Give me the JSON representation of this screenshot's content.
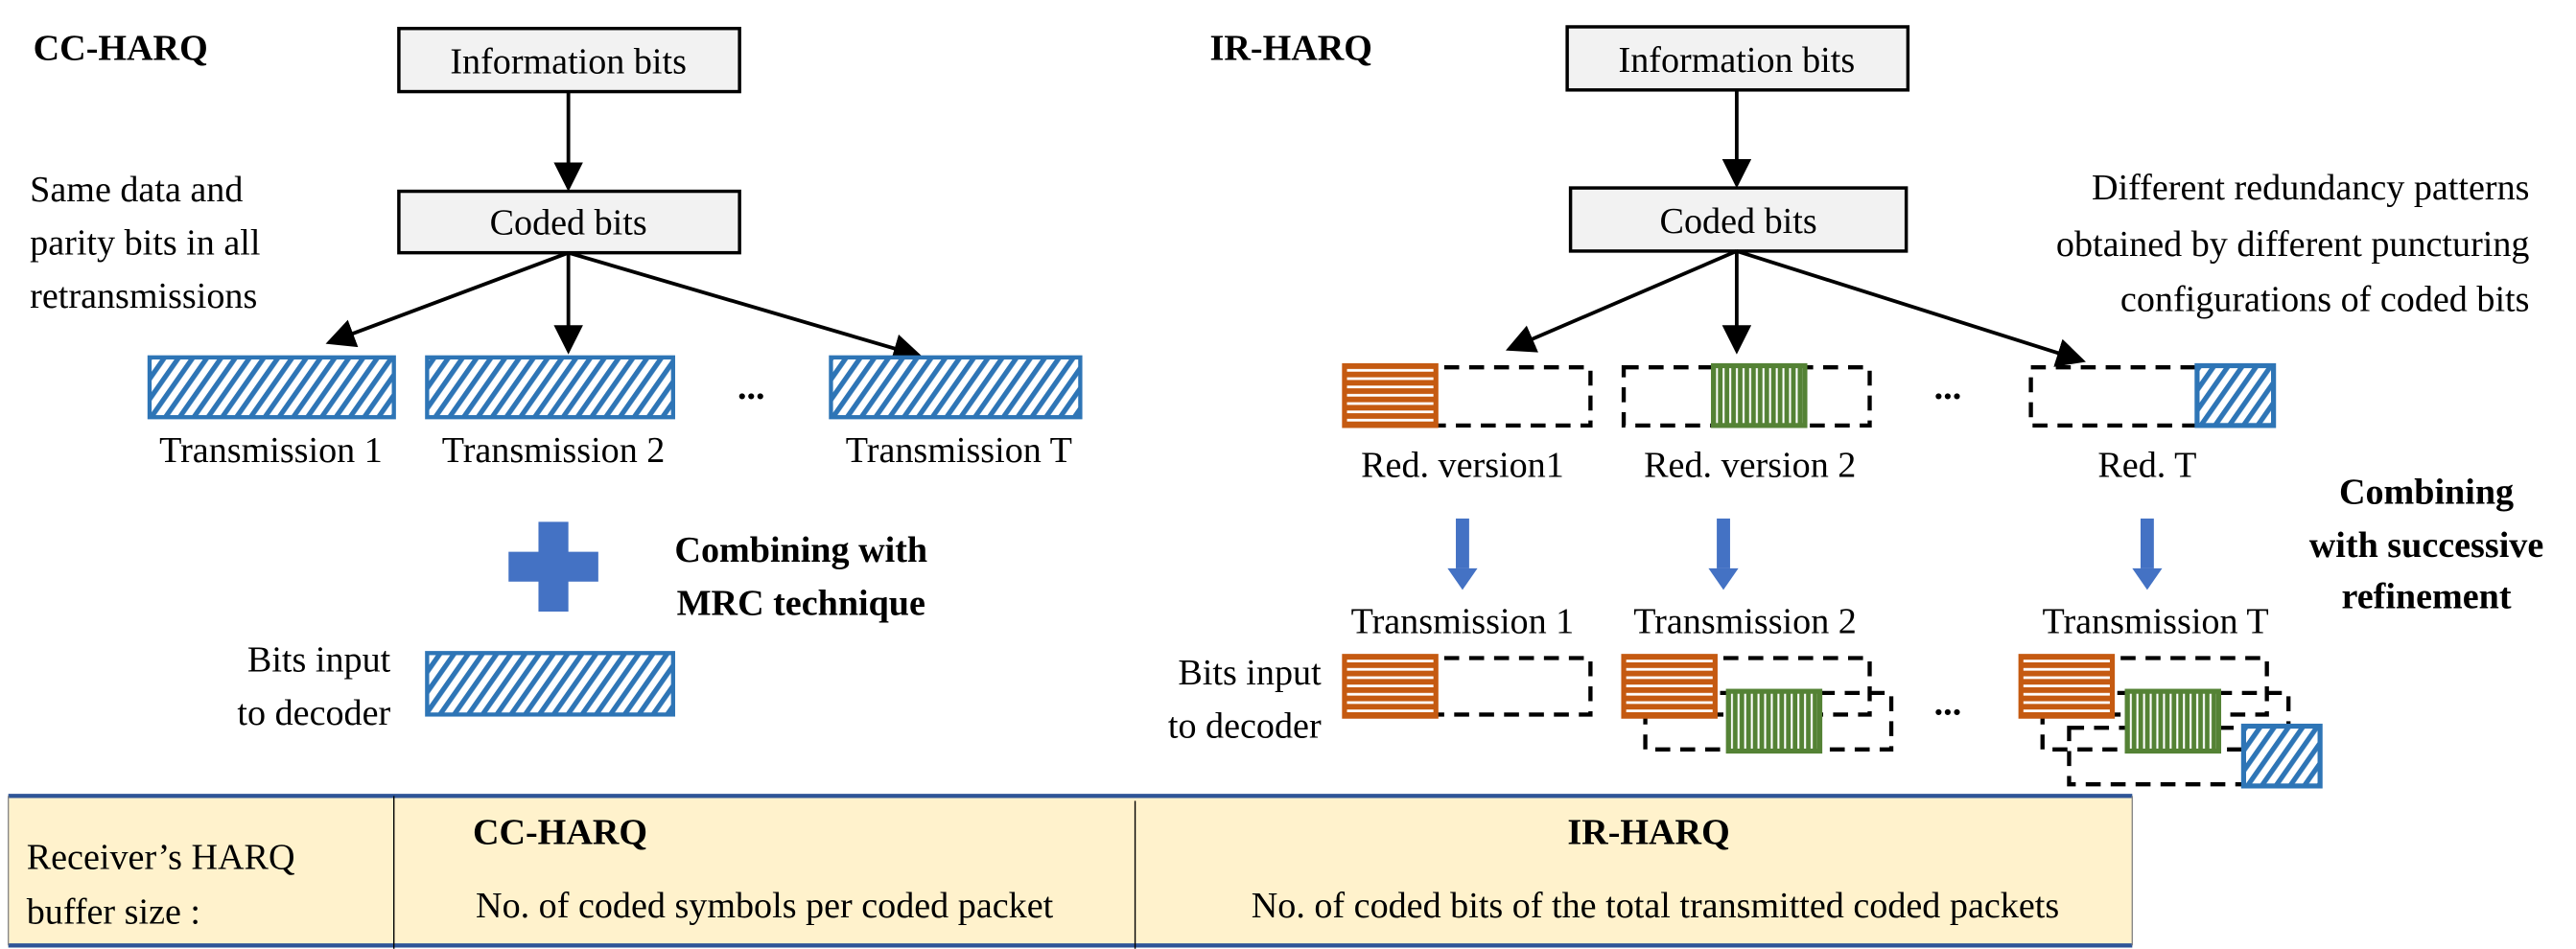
{
  "cc": {
    "title": "CC-HARQ",
    "info_bits": "Information bits",
    "coded_bits": "Coded bits",
    "note": [
      "Same data and",
      "parity bits in all",
      "retransmissions"
    ],
    "transmissions": [
      "Transmission 1",
      "Transmission 2",
      "Transmission T"
    ],
    "ellipsis": "...",
    "combining": [
      "Combining with",
      "MRC technique"
    ],
    "bits_input": [
      "Bits input",
      "to decoder"
    ]
  },
  "ir": {
    "title": "IR-HARQ",
    "info_bits": "Information bits",
    "coded_bits": "Coded bits",
    "note": [
      "Different redundancy patterns",
      "obtained by different puncturing",
      "configurations of coded bits"
    ],
    "versions": [
      "Red. version1",
      "Red. version 2",
      "Red. T"
    ],
    "transmissions": [
      "Transmission 1",
      "Transmission 2",
      "Transmission T"
    ],
    "ellipsis": "...",
    "combining": [
      "Combining",
      "with successive",
      "refinement"
    ],
    "bits_input": [
      "Bits input",
      "to decoder"
    ]
  },
  "table": {
    "row_label": [
      "Receiver’s HARQ",
      "buffer size :"
    ],
    "cc_header": "CC-HARQ",
    "cc_value": "No. of coded symbols per coded packet",
    "ir_header": "IR-HARQ",
    "ir_value": "No. of coded bits of the total transmitted coded packets"
  },
  "colors": {
    "blue": "#2e75b6",
    "orange": "#c55a11",
    "green": "#548235",
    "arrow_blue": "#4472c4",
    "table_bg": "#fff2cc",
    "table_border": "#2f5597"
  }
}
